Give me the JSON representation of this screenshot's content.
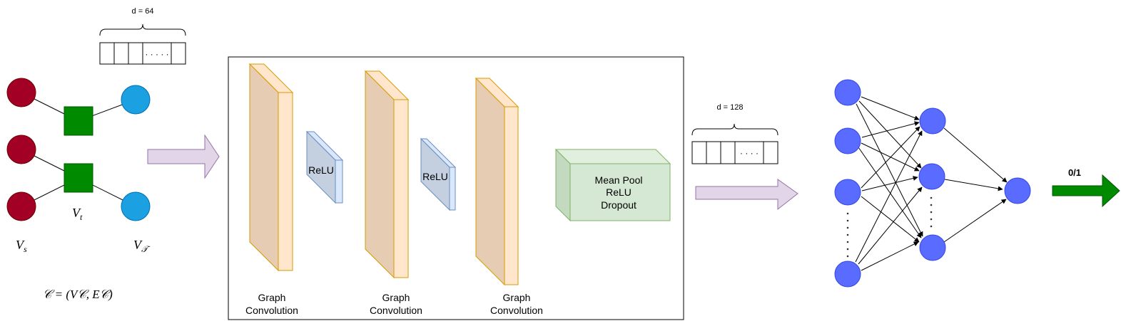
{
  "input_vector": {
    "dim_label": "d = 64",
    "dots": "· · · · ·"
  },
  "graph": {
    "source_label": "V",
    "source_sub": "s",
    "transaction_label": "V",
    "transaction_sub": "t",
    "target_label": "V",
    "target_sub": "𝒯",
    "formula": "𝒞 = (V𝒞, E𝒞)",
    "colors": {
      "source": "#a20025",
      "transaction": "#008a00",
      "target": "#1ba1e2"
    }
  },
  "gnn_block": {
    "layers": [
      {
        "label_line1": "Graph",
        "label_line2": "Convolution"
      },
      {
        "label_line1": "Graph",
        "label_line2": "Convolution"
      },
      {
        "label_line1": "Graph",
        "label_line2": "Convolution"
      }
    ],
    "activations": [
      "ReLU",
      "ReLU"
    ],
    "pool_lines": [
      "Mean Pool",
      "ReLU",
      "Dropout"
    ],
    "colors": {
      "conv_face": "#e6ccb3",
      "conv_side": "#ffe6cc",
      "conv_stroke": "#d79b00",
      "relu_fill": "#c4cfe0",
      "relu_stroke": "#6c8ebf",
      "pool_fill": "#d5e8d4",
      "pool_stroke": "#82b366"
    }
  },
  "embedding_vector": {
    "dim_label": "d = 128",
    "dots": "· · · ·"
  },
  "mlp": {
    "node_color": "#5a6bff",
    "vertical_dots": "⋮"
  },
  "output": {
    "label": "0/1",
    "arrow_color": "#008a00"
  },
  "arrows": {
    "flow_fill": "#e1d5e7",
    "flow_stroke": "#9673a6"
  }
}
